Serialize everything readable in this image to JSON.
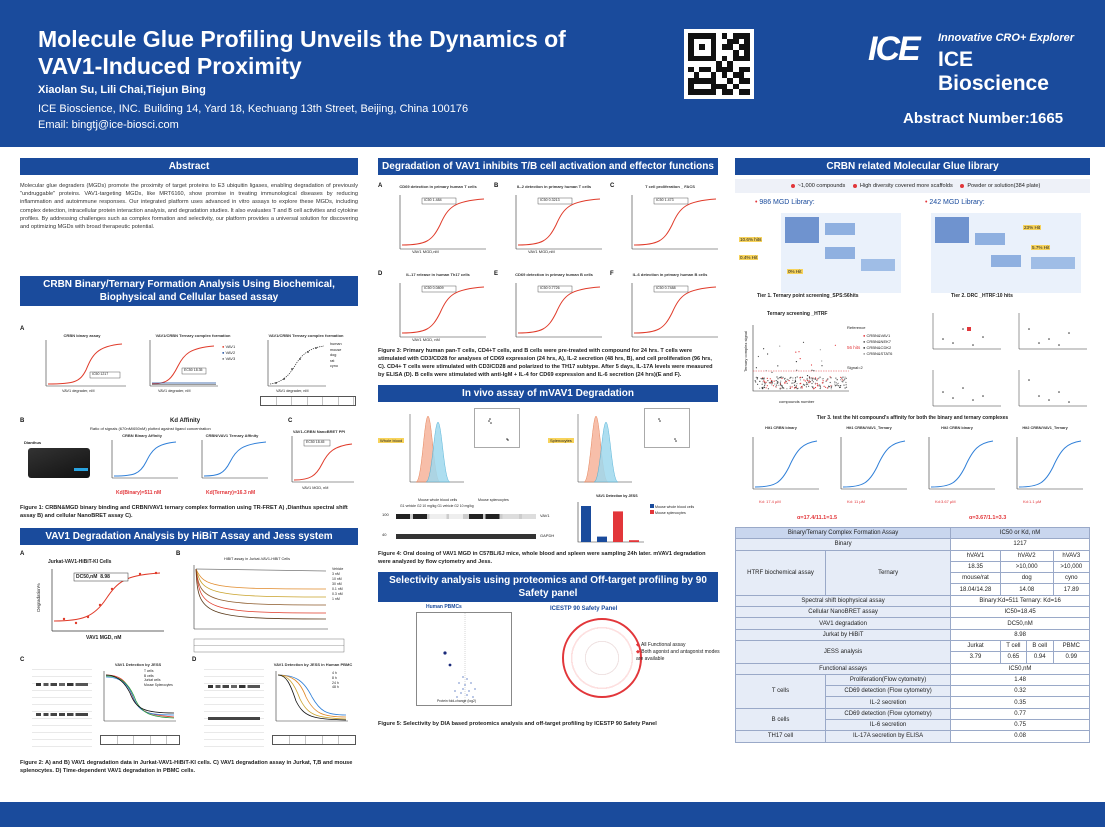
{
  "header": {
    "title": "Molecule Glue Profiling Unveils the Dynamics of VAV1-Induced Proximity",
    "authors": "Xiaolan Su, Lili Chai,Tiejun Bing",
    "affiliation": "ICE Bioscience, INC. Building 14, Yard 18, Kechuang 13th Street, Beijing, China 100176",
    "email": "Email: bingtj@ice-biosci.com",
    "logo_mark": "ICE",
    "logo_tagline": "Innovative CRO+ Explorer",
    "logo_name": "ICE Bioscience",
    "abstract_number": "Abstract Number:1665"
  },
  "abstract": {
    "header": "Abstract",
    "text": "Molecular glue degraders (MGDs) promote the proximity of target proteins to E3 ubiquitin ligases, enabling degradation of previously \"undruggable\" proteins. VAV1-targeting MGDs, like MRT6160, show promise in treating immunological diseases by reducing inflammation and autoimmune responses. Our integrated platform uses advanced in vitro assays to explore these MGDs, including complex detection, intracellular protein interaction analysis, and degradation studies. It also evaluates T and B cell activities and cytokine profiles. By addressing challenges such as complex formation and selectivity, our platform provides a universal solution for discovering and optimizing MGDs with broad therapeutic potential."
  },
  "crbn_binary": {
    "header": "CRBN Binary/Ternary Formation Analysis Using Biochemical, Biophysical and Cellular based assay",
    "panel_a": "A",
    "panel_b": "B",
    "panel_c": "C",
    "chart1_title": "CRBN binary assay",
    "chart1_xlabel": "VAV1 degrader, nM",
    "chart1_ylabel": "Inhibition%",
    "chart1_box_label": "IC50",
    "chart1_box_value": "1217",
    "chart2_title": "VAV1/CRBN Ternary complex formation",
    "chart2_xlabel": "VAV1 degrader, nM",
    "chart2_ylabel": "HTRF Ratio(665/620)",
    "chart2_box_label": "EC50",
    "chart2_box_value": "18.35",
    "chart2_legend": [
      "VAV1",
      "VAV2",
      "VAV3"
    ],
    "chart3_title": "VAV1/CRBN Ternary complex formation",
    "chart3_xlabel": "VAV1 degrader, nM",
    "chart3_legend": [
      "human",
      "mouse",
      "dog",
      "rat",
      "cyno"
    ],
    "kd_title": "Kd Affinity",
    "kd_subtitle": "Ratio of signals (670nM/650nM) plotted against ligand concentration",
    "instrument_label": "Dianthus",
    "kd_chart1_title": "CRBN Binary Affinity",
    "kd_chart2_title": "CRBN/VAV1 Ternary Affinity",
    "kd_chart1_value": "Kd(Binary)=511 nM",
    "kd_chart2_value": "Kd(Ternary)=16.3 nM",
    "nanobret_title": "VAV1-CRBN NanoBRET PPI",
    "nanobret_xlabel": "VAV1 MGD, nM",
    "nanobret_box_label": "EC50",
    "nanobret_box_value": "18.45",
    "figure_caption": "Figure 1: CRBN&MGD binary binding and CRBN/VAV1 ternary complex formation using TR-FRET A) ,Dianthus spectral shift assay B) and cellular NanoBRET assay C)."
  },
  "vav1_hibit": {
    "header": "VAV1 Degradation Analysis by HiBiT Assay and Jess system",
    "panel_a": "A",
    "panel_b": "B",
    "panel_c": "C",
    "panel_d": "D",
    "chart_a_title": "Jurkat-VAV1-HiBiT-KI Cells",
    "chart_a_box_label": "DC50,nM",
    "chart_a_box_value": "8.98",
    "chart_a_xlabel": "VAV1 MGD, nM",
    "chart_a_ylabel": "Degradation%",
    "chart_b_title": "HiBiT assay in Jurkat-VAV1-HiBiT Cells",
    "chart_b_legend": [
      "Vehicle",
      "3 nM",
      "10 nM",
      "30 nM",
      "0.1 nM",
      "0.3 nM",
      "1 nM"
    ],
    "chart_c_title": "VAV1 Detection by JESS",
    "chart_c_legend": [
      "T cells",
      "B cells",
      "Jurkat cells",
      "Mouse Splenocytes"
    ],
    "chart_d_title": "VAV1 Detection by JESS in Human PBMC",
    "chart_d_legend": [
      "4 h",
      "8 h",
      "24 h",
      "48 h"
    ],
    "figure_caption": "Figure 2: A) and B) VAV1 degradation data in Jurkat-VAV1-HiBiT-KI cells. C) VAV1 degradation assay in Jurkat, T,B and mouse splenocytes. D) Time-dependent VAV1 degradation in PBMC cells."
  },
  "tb_cell": {
    "header": "Degradation of VAV1 inhibits T/B cell activation and effector functions",
    "panel_labels": [
      "A",
      "B",
      "C",
      "D",
      "E",
      "F"
    ],
    "chart_titles": [
      "CD69 detection in primary human T cells",
      "IL-2 detection in primary human T cells",
      "T cell proliferation _ FACS",
      "IL-17 release in human Th17 cells",
      "CD69 detection in primary human B cells",
      "IL-6 detection in primary human B cells"
    ],
    "chart_boxes": [
      "IC50 1.484",
      "IC50 0.3213",
      "IC50 1.473",
      "IC50 0.0809",
      "IC50 0.7726",
      "IC50 0.7488"
    ],
    "xlabel_a": "VAV1 MGD,nM",
    "xlabel_b": "VAV1 MGD,nM",
    "xlabel_d": "VAV1 MGD, nM",
    "figure_caption": "Figure 3: Primary human pan-T cells, CD4+T cells, and B cells were pre-treated with compound for 24 hrs. T cells were stimulated with CD3/CD28 for analyses of CD69 expression (24 hrs, A), IL-2 secretion (48 hrs, B), and cell proliferation (96 hrs, C). CD4+ T cells were stimulated with CD3/CD28 and polarized to the TH17 subtype. After 5 days, IL-17A levels were measured by ELISA (D). B cells were stimulated with anti-IgM + IL-4 for CD69 expression and IL-6 secretion (24 hrs)(E and F)."
  },
  "invivo": {
    "header": "In vivo assay of mVAV1 Degradation",
    "whole_blood_label": "Whole blood",
    "spleen_label": "Splenocytes",
    "wb_header_left": "Mouse whole blood cells",
    "wb_header_right": "Mouse splenocytes",
    "wb_lanes": "G1 vehicle  G2 10 mg/kg  G1 vehicle  G2 10 mg/kg",
    "wb_vav1": "VAV1",
    "wb_gapdh": "GAPDH",
    "wb_mw1": "100",
    "wb_mw2": "40",
    "bar_title": "VAV1 Detection by JESS",
    "bar_legend": [
      "Mouse whole blood cells",
      "Mouse splenocytes"
    ],
    "figure_caption": "Figure 4: Oral dosing of VAV1 MGD in C57BL/6J mice, whole blood and spleen were sampling 24h later. mVAV1 degradation were analyzed by flow cytometry and Jess."
  },
  "selectivity": {
    "header": "Selectivity analysis using proteomics and Off-target profiling by 90 Safety panel",
    "volcano_title": "Human PBMCs",
    "volcano_xlabel": "Protein fold-change (log2)",
    "volcano_ylabel": "-log10(p)",
    "panel_title": "ICESTP 90 Safety Panel",
    "bullets": [
      "All Functional assay",
      "Both agonist and antagonist modes are available"
    ],
    "figure_caption": "Figure 5: Selectivity by DIA based proteomics analysis and off-target profiling by ICESTP 90 Safety Panel"
  },
  "library": {
    "header": "CRBN related Molecular Glue library",
    "features": [
      "~1,000 compounds",
      "High diversity covered more scaffolds",
      "Powder or solution(384 plate)"
    ],
    "lib1_title": "986 MGD Library:",
    "lib2_title": "242 MGD Library:",
    "lib1_hits": [
      "10.6% hits",
      "0.4% Hit",
      "0% Hit"
    ],
    "lib2_hits": [
      "23% Hit",
      "5.7% Hit"
    ],
    "tier1_caption": "Tier 1. Ternary point screening_SPS:56hits",
    "tier2_caption": "Tier 2. DRC _HTRF:10 hits",
    "scatter_title": "Ternary screening _HTRF",
    "scatter_ylabel": "Ternary complex signal",
    "scatter_xlabel": "compounds number",
    "scatter_reference": "Reference",
    "scatter_hits": "56 hits",
    "scatter_signal": "Signal=2",
    "scatter_legend": [
      "CRBN&VAV1",
      "CRBN&NEK7",
      "CRBN&CDK2",
      "CRBN&STAT6"
    ],
    "tier3_caption": "Tier 3. test the hit compound's affinity for both the binary and ternary complexes",
    "aff_titles": [
      "Hit1 CRBN binary",
      "Hit1 CRBN/VAV1_Ternary",
      "Hit2 CRBN binary",
      "Hit2 CRBN/VAV1_Ternary"
    ],
    "aff_values": [
      "Kd: 17.4 µM",
      "Kd: 11 µM",
      "Kd:3.67 µM",
      "Kd:1.1 µM"
    ],
    "alpha1": "α=17.4/11.1=1.5",
    "alpha2": "α=3.67/1.1=3.3"
  },
  "summary_table": {
    "h_assay": "Binary/Ternary Complex Formation Assay",
    "h_value": "IC50 or Kd, nM",
    "binary_label": "Binary",
    "binary_value": "1217",
    "htrf_label": "HTRF biochemical assay",
    "ternary_label": "Ternary",
    "vav_cols": [
      "hVAV1",
      "hVAV2",
      "hVAV3"
    ],
    "vav_vals": [
      "18.35",
      ">10,000",
      ">10,000"
    ],
    "species_cols": [
      "mouse/rat",
      "dog",
      "cyno"
    ],
    "species_vals": [
      "18.04/14.28",
      "14.08",
      "17.89"
    ],
    "spectral_label": "Spectral shift biophysical assay",
    "spectral_value": "Binary:Kd=511     Ternary: Kd=16",
    "nanobret_label": "Cellular NanoBRET assay",
    "nanobret_value": "IC50=18.45",
    "vav1_deg_label": "VAV1 degradation",
    "vav1_deg_value": "DC50,nM",
    "jurkat_label": "Jurkat by HiBiT",
    "jurkat_value": "8.98",
    "jess_label": "JESS analysis",
    "jess_cols": [
      "Jurkat",
      "T cell",
      "B cell",
      "PBMC"
    ],
    "jess_vals": [
      "3.79",
      "0.65",
      "0.94",
      "0.99"
    ],
    "functional_label": "Functional assays",
    "functional_value": "IC50,nM",
    "tcells_label": "T cells",
    "tcell_rows": [
      [
        "Proliferation(Flow cytometry)",
        "1.48"
      ],
      [
        "CD69 detection (Flow cytometry)",
        "0.32"
      ],
      [
        "IL-2 secretion",
        "0.35"
      ]
    ],
    "bcells_label": "B cells",
    "bcell_rows": [
      [
        "CD69 detection (Flow cytometry)",
        "0.77"
      ],
      [
        "IL-6 secretion",
        "0.75"
      ]
    ],
    "th17_label": "TH17 cell",
    "th17_assay": "IL-17A secretion by ELISA",
    "th17_value": "0.08"
  },
  "colors": {
    "brand": "#1a4b9c",
    "accent_red": "#e2363a",
    "curve_red": "#e03b2a",
    "curve_blue": "#2f7fd8"
  }
}
